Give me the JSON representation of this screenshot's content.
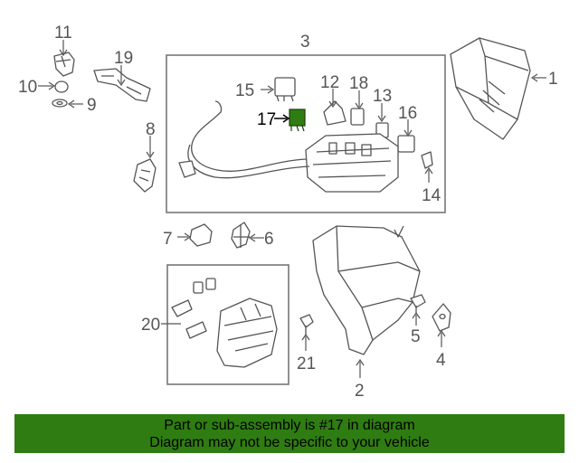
{
  "callouts": {
    "c1": "1",
    "c2": "2",
    "c3": "3",
    "c4": "4",
    "c5": "5",
    "c6": "6",
    "c7": "7",
    "c8": "8",
    "c9": "9",
    "c10": "10",
    "c11": "11",
    "c12": "12",
    "c13": "13",
    "c14": "14",
    "c15": "15",
    "c16": "16",
    "c17": "17",
    "c18": "18",
    "c19": "19",
    "c20": "20",
    "c21": "21"
  },
  "highlight": {
    "part": "17",
    "color": "#2f7d12"
  },
  "banner": {
    "line1": "Part or sub-assembly is #17 in diagram",
    "line2": "Diagram may not be specific to your vehicle",
    "background": "#2f7d12"
  }
}
